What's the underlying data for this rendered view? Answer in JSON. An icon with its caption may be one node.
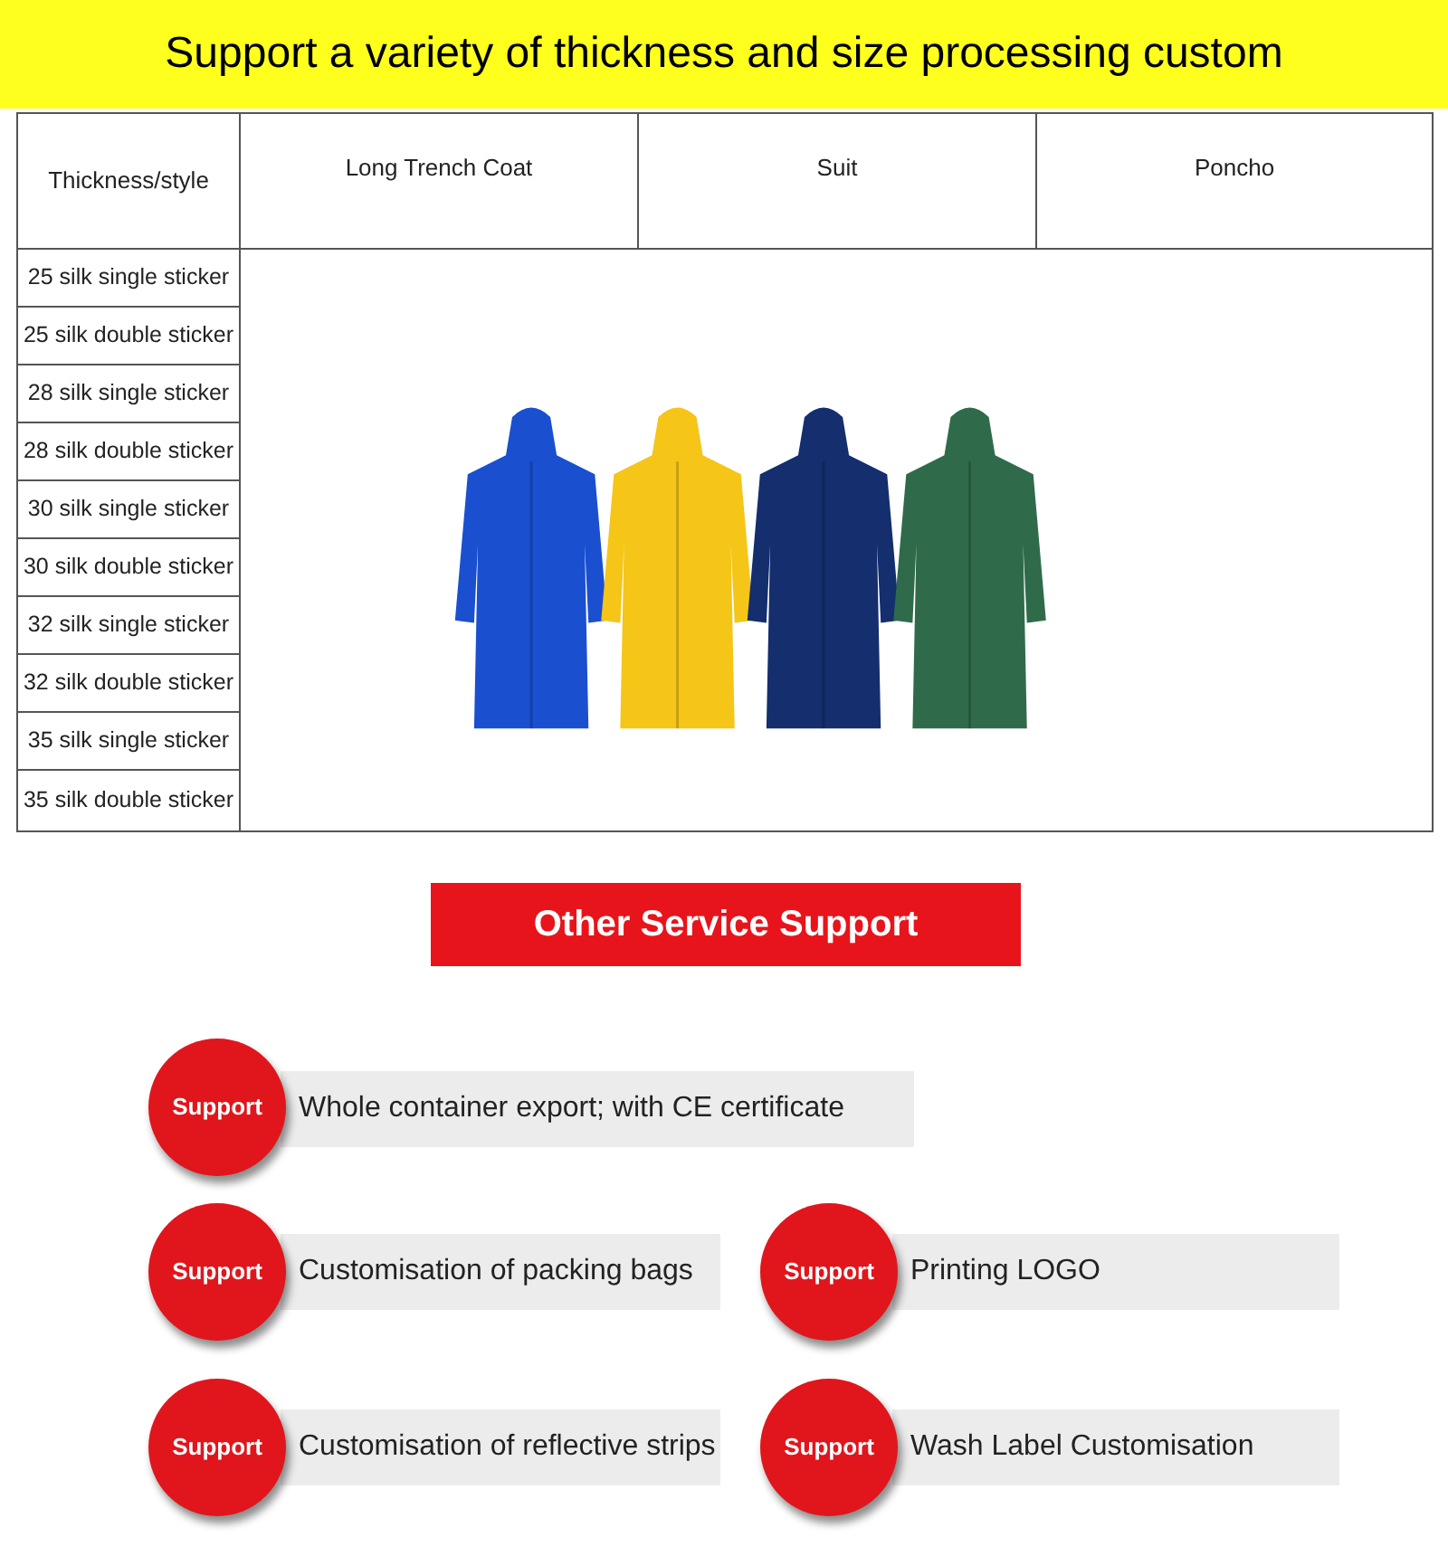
{
  "diagram": {
    "title": "Support a variety of thickness and size processing custom",
    "nodes": [
      {
        "text": [
          "Other Service Support"
        ]
      },
      {
        "text": [
          "Support"
        ]
      },
      {
        "text": [
          "Whole container export; with CE certificate"
        ]
      },
      {
        "text": [
          "Support"
        ]
      },
      {
        "text": [
          "Customisation of packing bags"
        ]
      },
      {
        "text": [
          "Support"
        ]
      },
      {
        "text": [
          "Printing LOGO"
        ]
      },
      {
        "text": [
          "Support"
        ]
      },
      {
        "text": [
          "Customisation of reflective strips"
        ]
      },
      {
        "text": [
          "Support"
        ]
      },
      {
        "text": [
          "Wash Label Customisation"
        ]
      }
    ],
    "labels": [
      "Thickness/style",
      "Long Trench Coat",
      "Suit",
      "Poncho",
      "25 silk single sticker",
      "25 silk double sticker",
      "28 silk single sticker",
      "28 silk double sticker",
      "30 silk single sticker",
      "30 silk double sticker",
      "32 silk single sticker",
      "32 silk double sticker",
      "35 silk single sticker",
      "35 silk double sticker"
    ]
  }
}
